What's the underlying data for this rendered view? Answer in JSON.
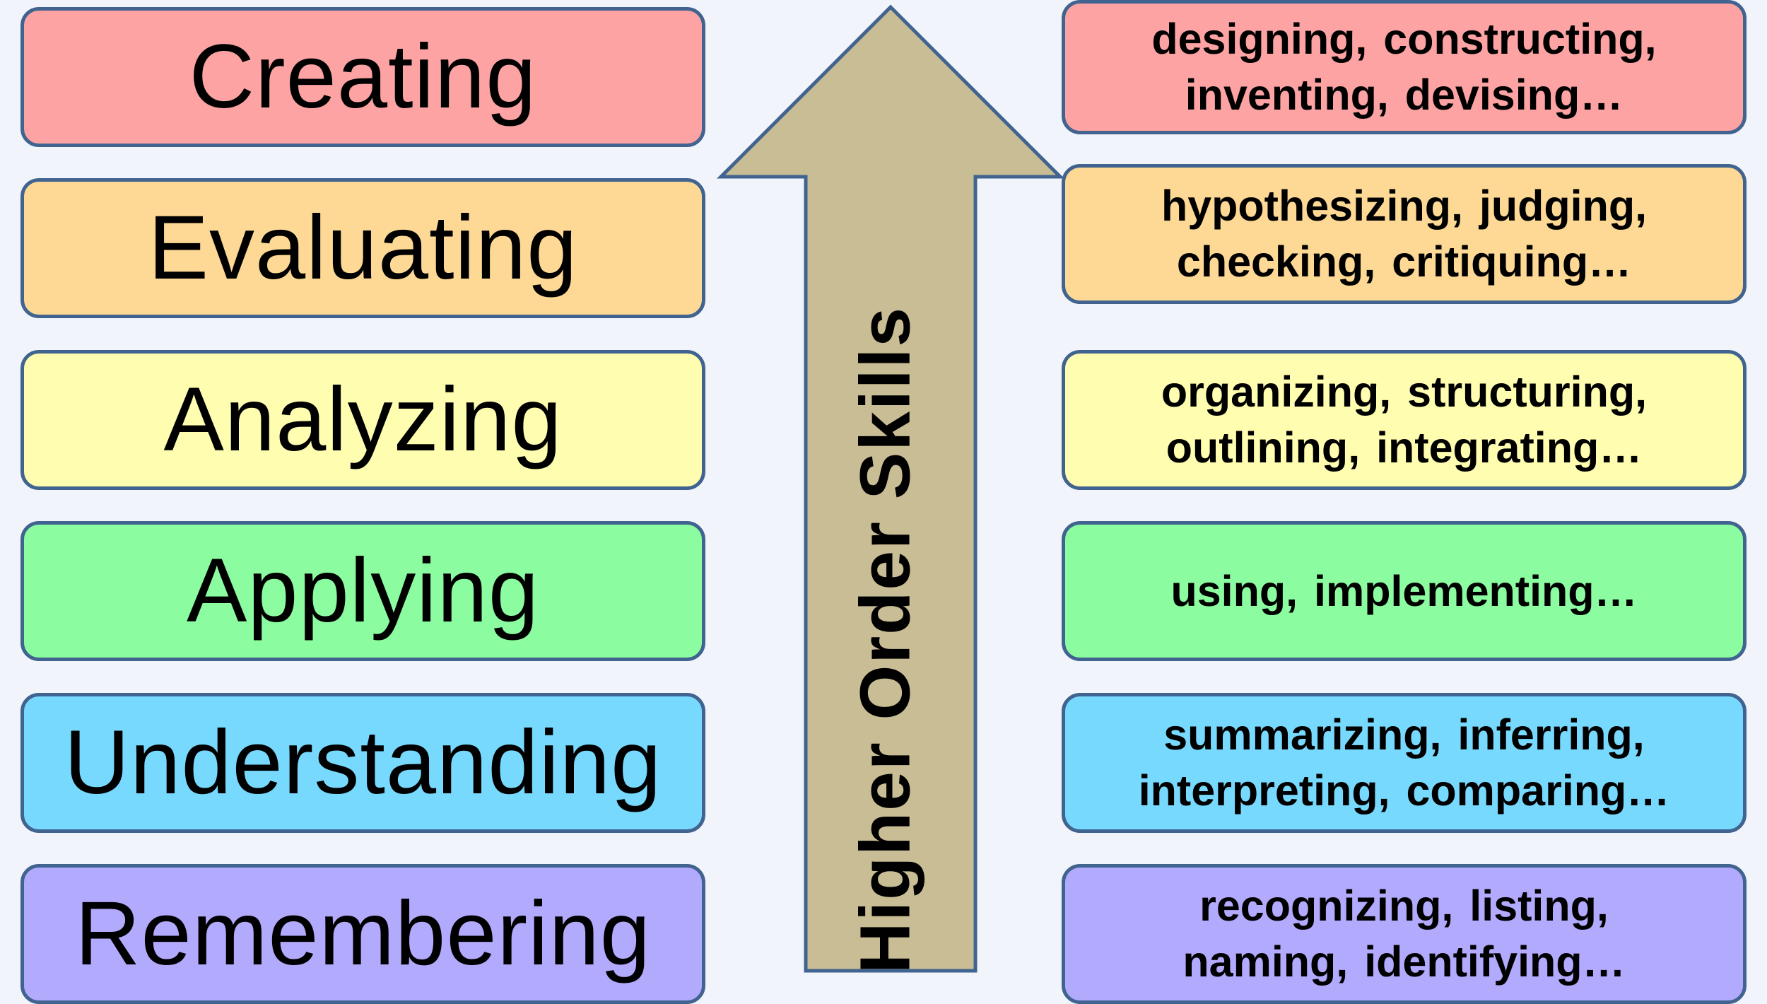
{
  "arrow": {
    "label": "Higher Order Skills",
    "fill_color": "#c8bd94",
    "stroke_color": "#41638f"
  },
  "levels": [
    {
      "name": "Creating",
      "verbs_line1": "designing, constructing,",
      "verbs_line2": "inventing, devising…",
      "color": "#fda3a3"
    },
    {
      "name": "Evaluating",
      "verbs_line1": "hypothesizing, judging,",
      "verbs_line2": "checking, critiquing…",
      "color": "#fdd995"
    },
    {
      "name": "Analyzing",
      "verbs_line1": "organizing, structuring,",
      "verbs_line2": "outlining, integrating…",
      "color": "#fefdb0"
    },
    {
      "name": "Applying",
      "verbs_line1": "using, implementing…",
      "verbs_line2": "",
      "color": "#8cfca1"
    },
    {
      "name": "Understanding",
      "verbs_line1": "summarizing, inferring,",
      "verbs_line2": "interpreting, comparing…",
      "color": "#78d9fe"
    },
    {
      "name": "Remembering",
      "verbs_line1": "recognizing, listing,",
      "verbs_line2": "naming, identifying…",
      "color": "#b2aafc"
    }
  ]
}
